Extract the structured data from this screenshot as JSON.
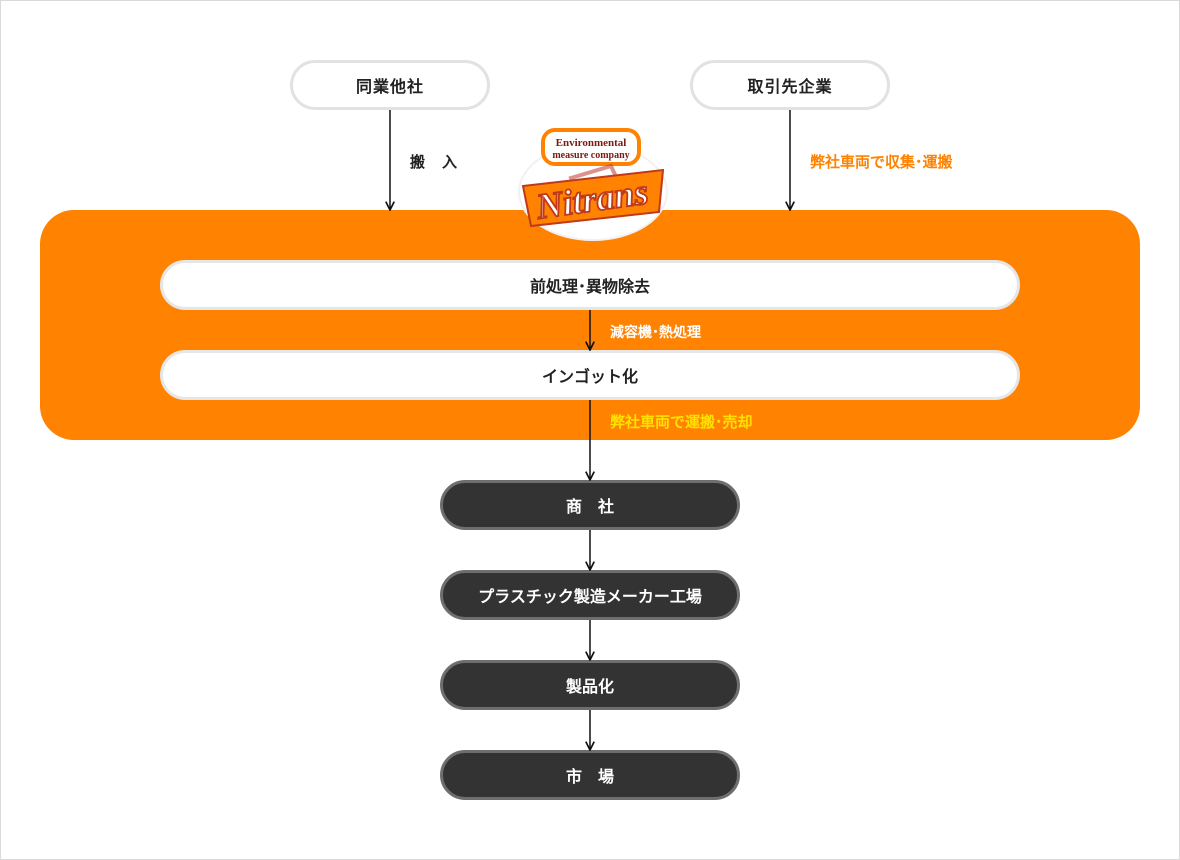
{
  "sources": {
    "left": "同業他社",
    "right": "取引先企業"
  },
  "labels": {
    "inbound": "搬　入",
    "collect": "弊社車両で収集･運搬",
    "reduce": "減容機･熱処理",
    "sell": "弊社車両で運搬･売却"
  },
  "process": {
    "step1": "前処理･異物除去",
    "step2": "インゴット化"
  },
  "outputs": [
    "商　社",
    "プラスチック製造メーカー工場",
    "製品化",
    "市　場"
  ],
  "logo": {
    "top_text_1": "Environmental",
    "top_text_2": "measure company",
    "brand": "Nitrans"
  },
  "colors": {
    "accent": "#ff8200",
    "dark": "#333333",
    "highlight": "#ffe100"
  }
}
